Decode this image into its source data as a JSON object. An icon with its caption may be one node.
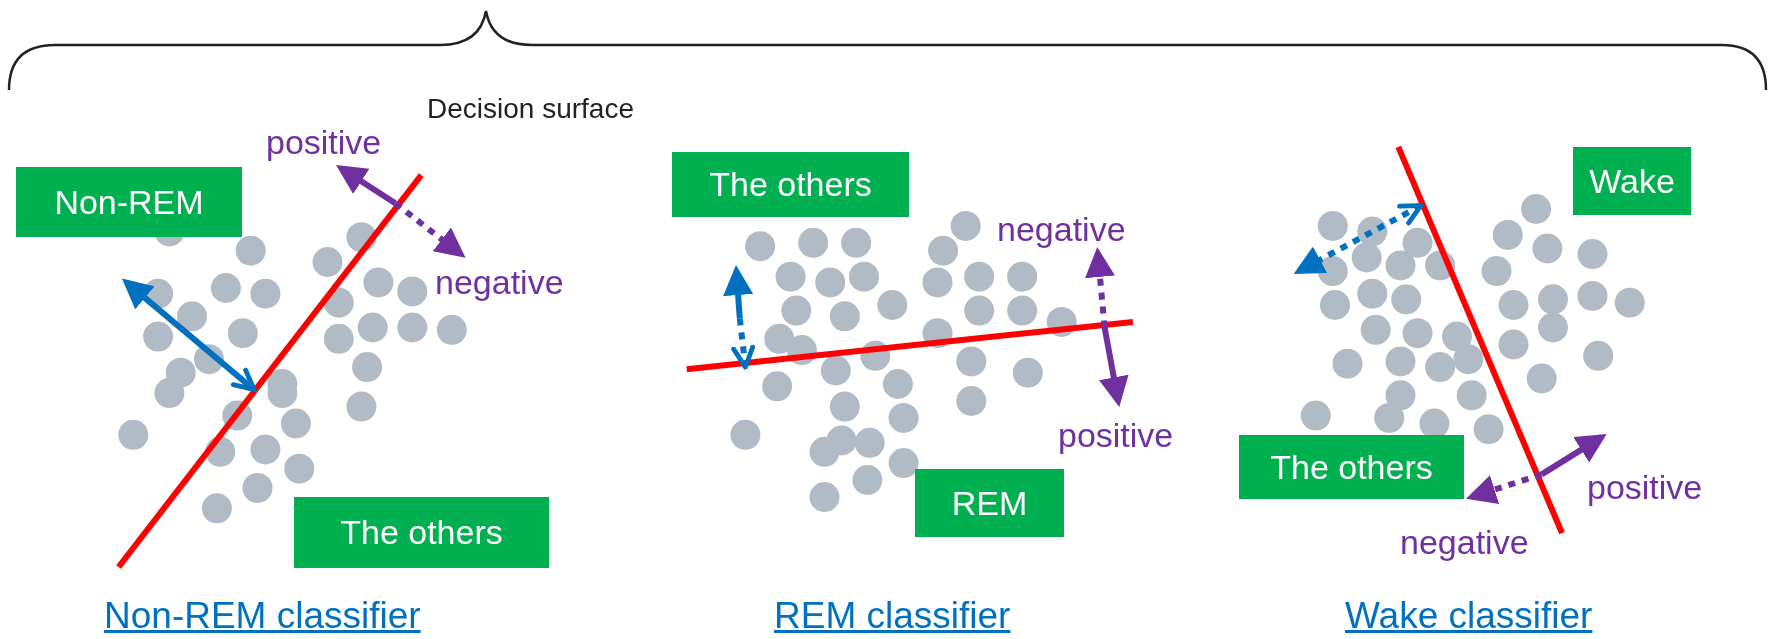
{
  "diagram": {
    "nodes": [
      {
        "text": [
          "Non-REM"
        ]
      },
      {
        "text": [
          "The others"
        ]
      },
      {
        "text": [
          "The others"
        ]
      },
      {
        "text": [
          "REM"
        ]
      },
      {
        "text": [
          "Wake"
        ]
      },
      {
        "text": [
          "The others"
        ]
      }
    ],
    "labels": [
      "Decision surface",
      "positive",
      "negative",
      "negative",
      "positive",
      "positive",
      "negative",
      "Non-REM classifier",
      "REM classifier",
      "Wake classifier"
    ]
  }
}
